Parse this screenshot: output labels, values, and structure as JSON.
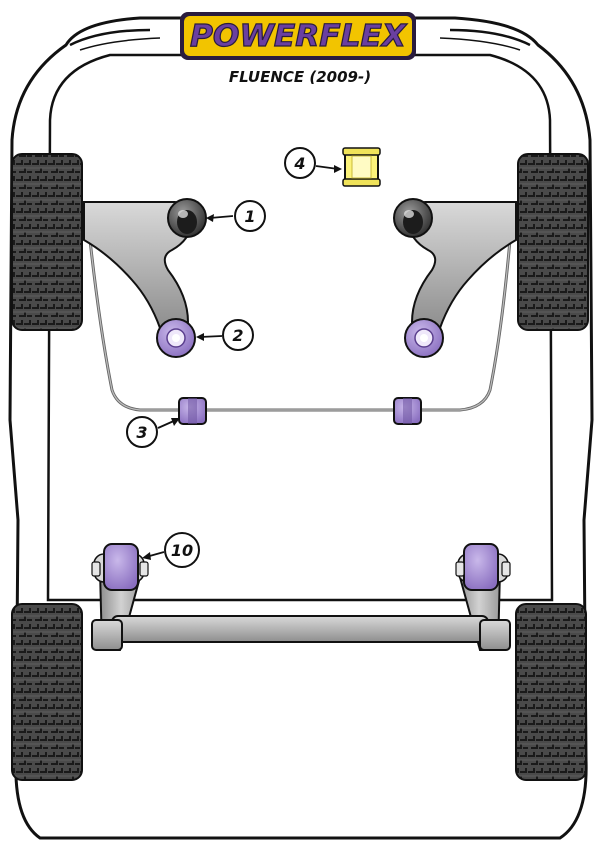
{
  "brand": {
    "logo": "POWERFLEX",
    "model": "FLUENCE (2009-)"
  },
  "colors": {
    "logo_bg": "#F2C400",
    "logo_text": "#6A3FA0",
    "bush_purple": "#9F86D0",
    "bush_purple_dark": "#5B3F8E",
    "bush_yellow": "#FBF27A",
    "metal": "#A7A7A7",
    "tyre": "#3D3D3D",
    "outline": "#111111"
  },
  "callouts": [
    {
      "id": "1",
      "label": "1"
    },
    {
      "id": "2",
      "label": "2"
    },
    {
      "id": "3",
      "label": "3"
    },
    {
      "id": "4",
      "label": "4"
    },
    {
      "id": "10",
      "label": "10"
    }
  ]
}
